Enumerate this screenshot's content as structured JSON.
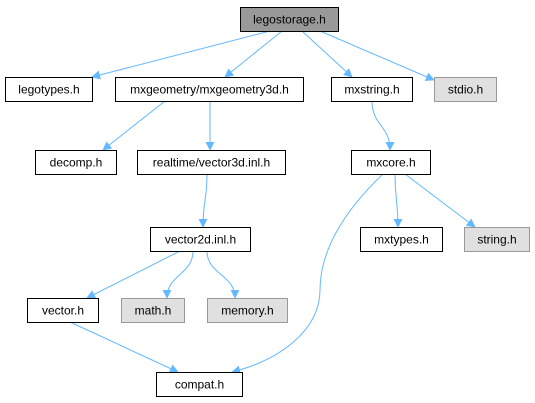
{
  "colors": {
    "root_fill": "#999999",
    "plain_fill": "#ffffff",
    "system_fill": "#e0e0e0",
    "node_border": "#000000",
    "system_border": "#999999",
    "edge": "#63b8ff"
  },
  "nodes": [
    {
      "id": "legostorage",
      "label": "legostorage.h",
      "kind": "root"
    },
    {
      "id": "legotypes",
      "label": "legotypes.h",
      "kind": "plain"
    },
    {
      "id": "mxgeometry3d",
      "label": "mxgeometry/mxgeometry3d.h",
      "kind": "plain"
    },
    {
      "id": "mxstring",
      "label": "mxstring.h",
      "kind": "plain"
    },
    {
      "id": "stdio",
      "label": "stdio.h",
      "kind": "system"
    },
    {
      "id": "decomp",
      "label": "decomp.h",
      "kind": "plain"
    },
    {
      "id": "vector3d",
      "label": "realtime/vector3d.inl.h",
      "kind": "plain"
    },
    {
      "id": "mxcore",
      "label": "mxcore.h",
      "kind": "plain"
    },
    {
      "id": "vector2d",
      "label": "vector2d.inl.h",
      "kind": "plain"
    },
    {
      "id": "mxtypes",
      "label": "mxtypes.h",
      "kind": "plain"
    },
    {
      "id": "string",
      "label": "string.h",
      "kind": "system"
    },
    {
      "id": "vector",
      "label": "vector.h",
      "kind": "plain"
    },
    {
      "id": "math",
      "label": "math.h",
      "kind": "system"
    },
    {
      "id": "memory",
      "label": "memory.h",
      "kind": "system"
    },
    {
      "id": "compat",
      "label": "compat.h",
      "kind": "plain"
    }
  ],
  "edges": [
    {
      "from": "legostorage",
      "to": "legotypes"
    },
    {
      "from": "legostorage",
      "to": "mxgeometry3d"
    },
    {
      "from": "legostorage",
      "to": "mxstring"
    },
    {
      "from": "legostorage",
      "to": "stdio"
    },
    {
      "from": "mxgeometry3d",
      "to": "decomp"
    },
    {
      "from": "mxgeometry3d",
      "to": "vector3d"
    },
    {
      "from": "vector3d",
      "to": "vector2d"
    },
    {
      "from": "vector2d",
      "to": "vector"
    },
    {
      "from": "vector2d",
      "to": "math"
    },
    {
      "from": "vector2d",
      "to": "memory"
    },
    {
      "from": "vector",
      "to": "compat"
    },
    {
      "from": "mxstring",
      "to": "mxcore"
    },
    {
      "from": "mxcore",
      "to": "mxtypes"
    },
    {
      "from": "mxcore",
      "to": "string"
    },
    {
      "from": "mxcore",
      "to": "compat"
    }
  ]
}
